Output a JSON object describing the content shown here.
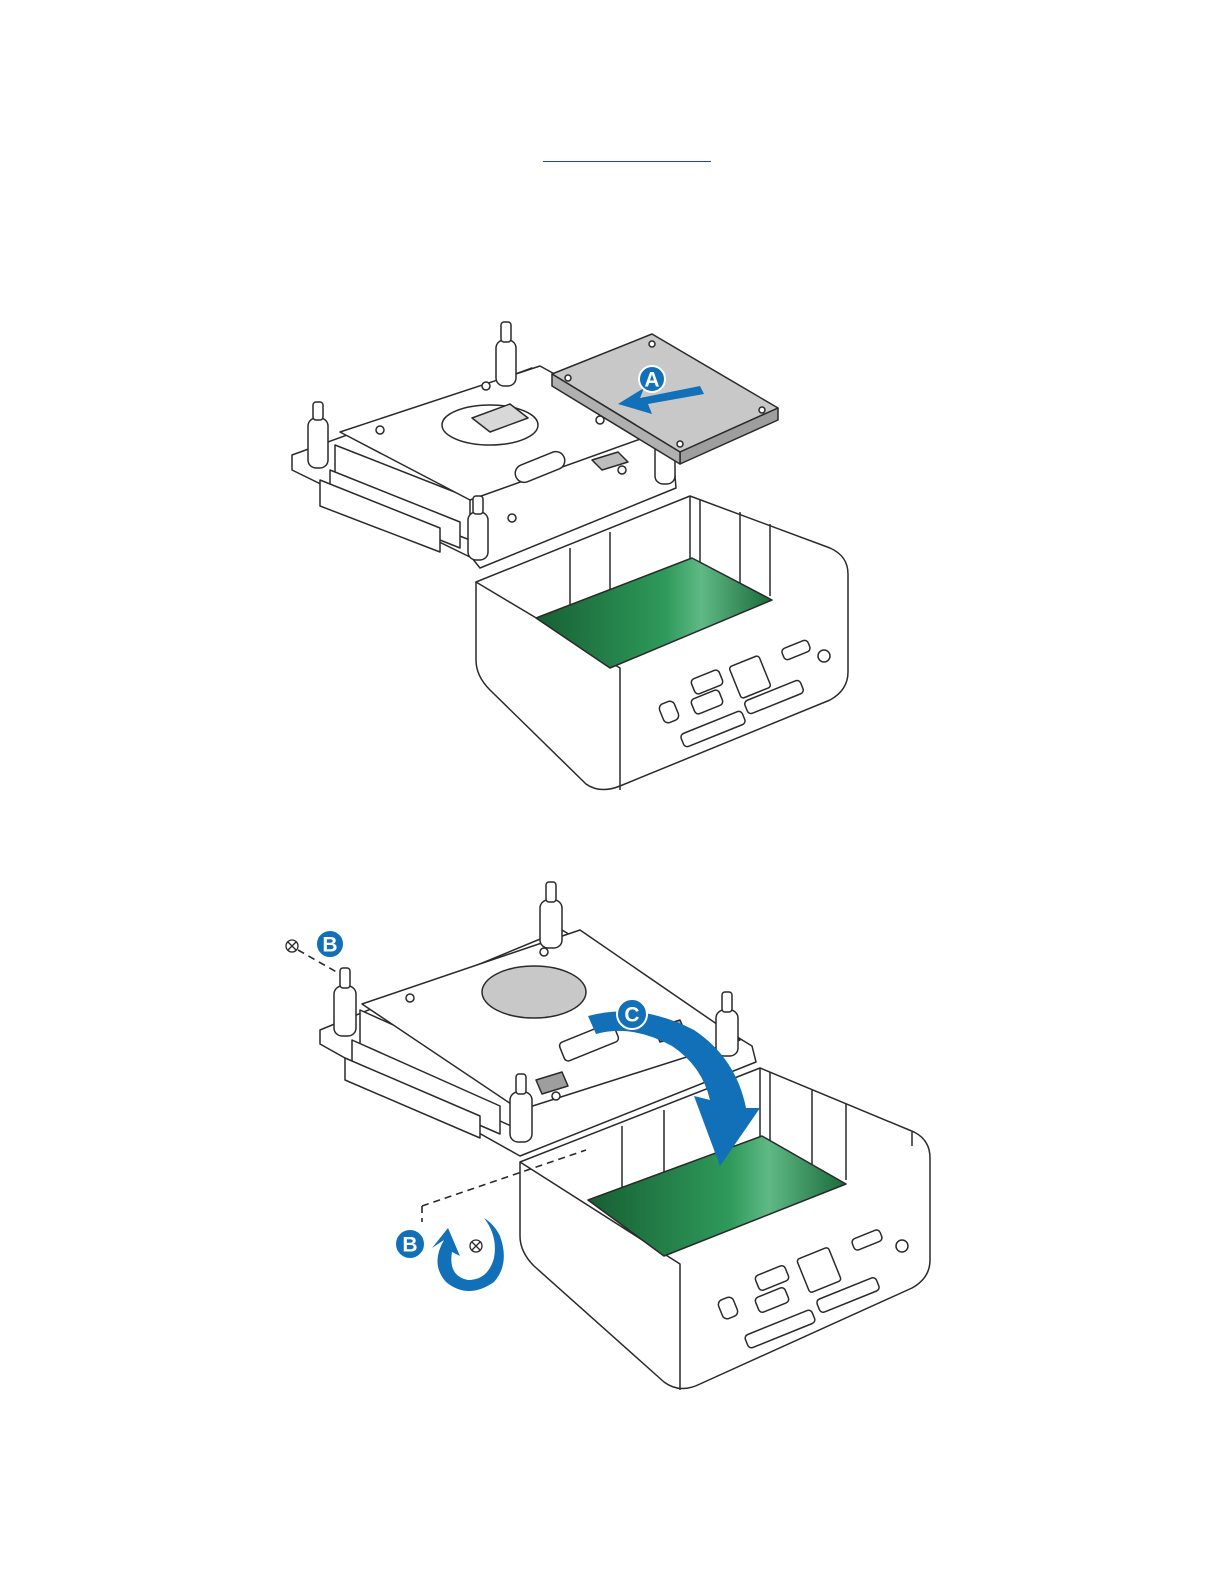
{
  "page": {
    "background": "#ffffff"
  },
  "colors": {
    "callout_blue": "#1270b8",
    "board_green": "#1e7a43",
    "link_rule": "#1f3fbf",
    "drive_gray": "#c8c8c8"
  },
  "figure_top": {
    "callouts": [
      {
        "label": "A"
      }
    ]
  },
  "figure_bottom": {
    "callouts": [
      {
        "label": "B"
      },
      {
        "label": "C"
      },
      {
        "label": "B"
      }
    ]
  },
  "icons": [
    "arrow-icon",
    "rotate-arrow-icon",
    "screw-icon"
  ]
}
